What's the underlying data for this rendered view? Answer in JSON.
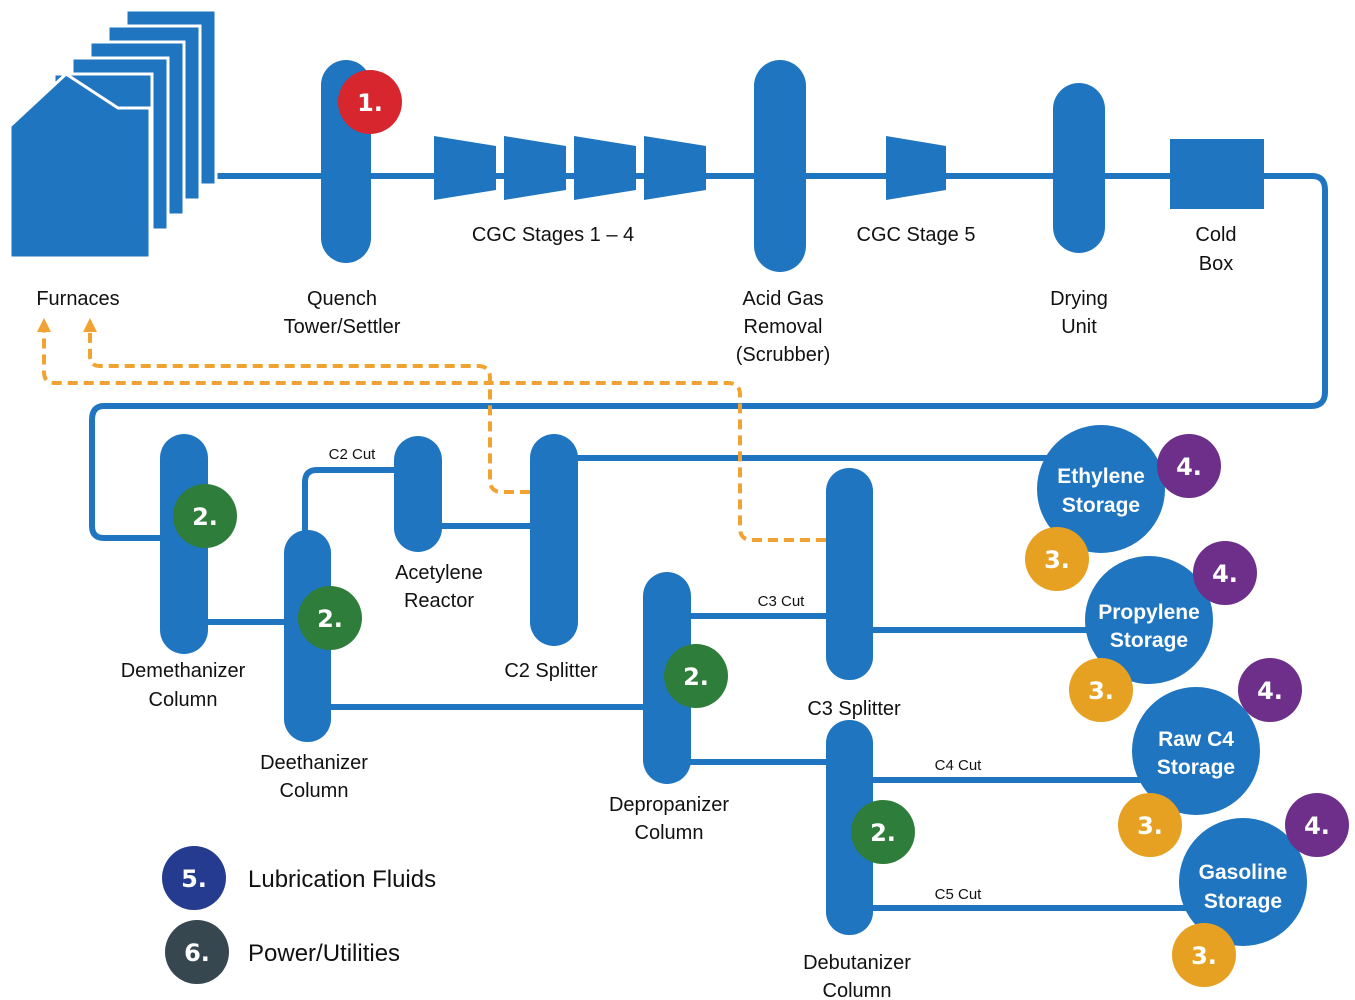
{
  "colors": {
    "process_blue": "#1f75c0",
    "recycle_orange": "#f0a232",
    "badge_red": "#d7262d",
    "badge_green": "#2e7d3a",
    "badge_yellow": "#e6a123",
    "badge_purple": "#6d2f8a",
    "badge_navy": "#253b8f",
    "badge_dark": "#37474f"
  },
  "units": {
    "furnaces": "Furnaces",
    "quench_line1": "Quench",
    "quench_line2": "Tower/Settler",
    "cgc_1_4": "CGC Stages 1 – 4",
    "acid_line1": "Acid Gas",
    "acid_line2": "Removal",
    "acid_line3": "(Scrubber)",
    "cgc_5": "CGC Stage 5",
    "drying_line1": "Drying",
    "drying_line2": "Unit",
    "cold_line1": "Cold",
    "cold_line2": "Box",
    "demeth_line1": "Demethanizer",
    "demeth_line2": "Column",
    "deeth_line1": "Deethanizer",
    "deeth_line2": "Column",
    "acet_line1": "Acetylene",
    "acet_line2": "Reactor",
    "c2_splitter": "C2 Splitter",
    "deprop_line1": "Depropanizer",
    "deprop_line2": "Column",
    "c3_splitter": "C3 Splitter",
    "debut_line1": "Debutanizer",
    "debut_line2": "Column"
  },
  "streams": {
    "c2_cut": "C2 Cut",
    "c3_cut": "C3 Cut",
    "c4_cut": "C4 Cut",
    "c5_cut": "C5 Cut"
  },
  "storage": {
    "ethylene_line1": "Ethylene",
    "ethylene_line2": "Storage",
    "propylene_line1": "Propylene",
    "propylene_line2": "Storage",
    "rawc4_line1": "Raw C4",
    "rawc4_line2": "Storage",
    "gasoline_line1": "Gasoline",
    "gasoline_line2": "Storage"
  },
  "badges": {
    "b1": "1.",
    "b2": "2.",
    "b3": "3.",
    "b4": "4.",
    "b5": "5.",
    "b6": "6."
  },
  "legend": {
    "item5": "Lubrication Fluids",
    "item6": "Power/Utilities"
  }
}
